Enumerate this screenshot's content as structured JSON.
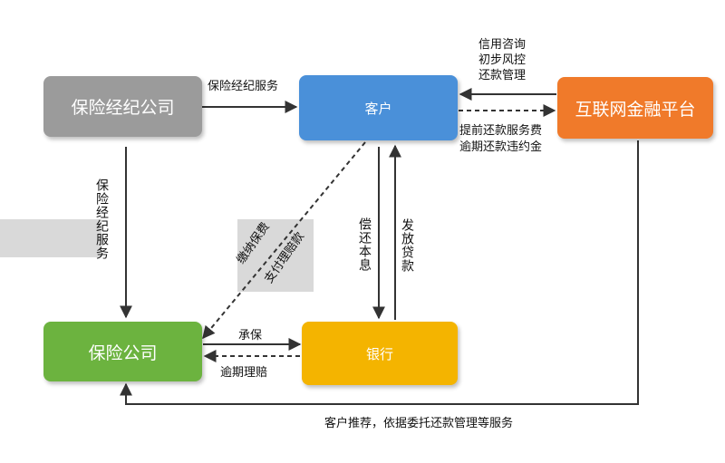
{
  "nodes": {
    "broker": {
      "label": "保险经纪公司",
      "color": "#9b9b9b"
    },
    "customer": {
      "label": "客户",
      "color": "#4a90d9"
    },
    "platform": {
      "label": "互联网金融平台",
      "color": "#f07a2a"
    },
    "insurer": {
      "label": "保险公司",
      "color": "#6cb33f"
    },
    "bank": {
      "label": "银行",
      "color": "#f4b400"
    }
  },
  "edges": {
    "broker_to_customer": "保险经纪服务",
    "platform_to_customer": [
      "信用咨询",
      "初步风控",
      "还款管理"
    ],
    "customer_to_platform": [
      "提前还款服务费",
      "逾期还款违约金"
    ],
    "broker_to_insurer": "保险经纪服务",
    "customer_to_bank": "偿还本息",
    "bank_to_customer": "发放贷款",
    "customer_to_insurer": "缴纳保费",
    "insurer_to_customer": "支付理赔款",
    "insurer_to_bank": "承保",
    "bank_to_insurer": "逾期理赔",
    "platform_to_insurer": "客户推荐，依据委托还款管理等服务"
  }
}
